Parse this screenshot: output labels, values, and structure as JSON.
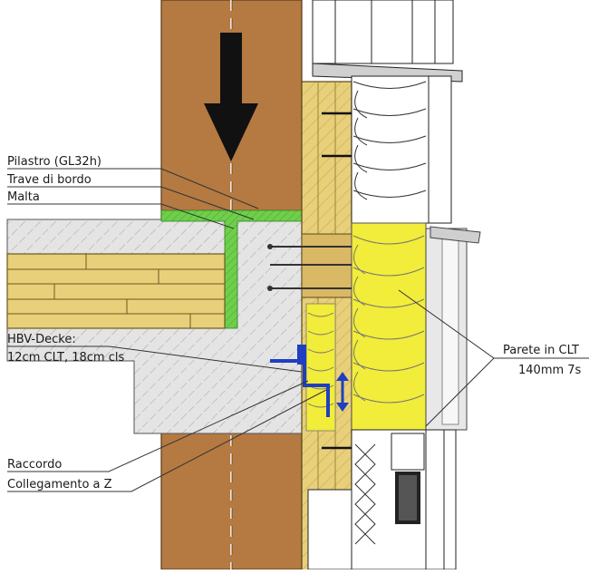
{
  "labels": {
    "pilastro": "Pilastro (GL32h)",
    "trave": "Trave di bordo",
    "malta": "Malta",
    "hbv_line1": "HBV-Decke:",
    "hbv_line2": "12cm CLT, 18cm cls",
    "parete_line1": "Parete in CLT",
    "parete_line2": "140mm 7s",
    "raccordo": "Raccordo",
    "collegamento": "Collegamento a Z"
  },
  "colors": {
    "glulam": "#b47a42",
    "clt": "#e8cf7a",
    "insulation": "#f2ec3a",
    "concrete": "#e4e4e4",
    "mortar": "#6fcf4b",
    "connector": "#1f3fbf",
    "load_arrow": "#111111"
  },
  "icons": {
    "load_arrow": "down-arrow-icon",
    "movement_arrow": "double-arrow-icon"
  }
}
